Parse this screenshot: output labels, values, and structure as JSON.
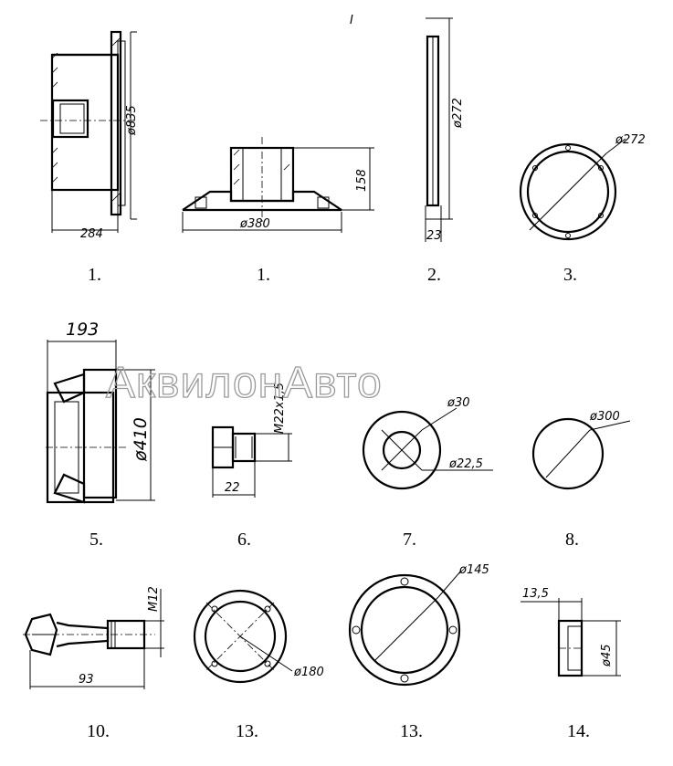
{
  "watermark": "АквилонАвто",
  "stray_mark": "I",
  "dimensions": {
    "d835": "ø835",
    "l284": "284",
    "d380": "ø380",
    "h158": "158",
    "d272_side": "ø272",
    "w23": "23",
    "d272_ring": "ø272",
    "l193": "193",
    "d410": "ø410",
    "thread_m22": "M22x1,5",
    "l22": "22",
    "d30": "ø30",
    "d22_5": "ø22,5",
    "d300": "ø300",
    "thread_m12": "M12",
    "l93": "93",
    "d180": "ø180",
    "d145": "ø145",
    "l13_5": "13,5",
    "d45": "ø45"
  },
  "labels": [
    "1.",
    "1.",
    "2.",
    "3.",
    "5.",
    "6.",
    "7.",
    "8.",
    "10.",
    "13.",
    "13.",
    "14."
  ]
}
